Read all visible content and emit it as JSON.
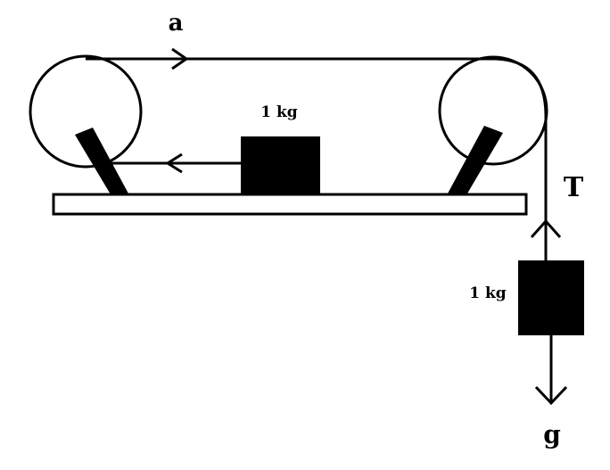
{
  "labels": {
    "acceleration": "a",
    "tension": "T",
    "gravity": "g",
    "table_mass": "1 kg",
    "hanging_mass": "1 kg"
  },
  "colors": {
    "ink": "#000000",
    "background": "#ffffff"
  }
}
